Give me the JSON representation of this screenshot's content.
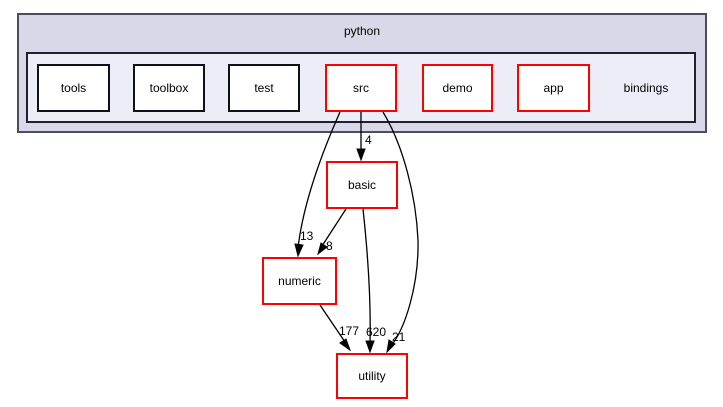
{
  "graph": {
    "outer_cluster": {
      "label": "python"
    },
    "inner_cluster": {
      "label": "bindings",
      "children": [
        {
          "label": "tools",
          "border": "black"
        },
        {
          "label": "toolbox",
          "border": "black"
        },
        {
          "label": "test",
          "border": "black"
        },
        {
          "label": "src",
          "border": "red"
        },
        {
          "label": "demo",
          "border": "red"
        },
        {
          "label": "app",
          "border": "red"
        }
      ]
    },
    "dependency_nodes": [
      {
        "label": "basic",
        "border": "red"
      },
      {
        "label": "numeric",
        "border": "red"
      },
      {
        "label": "utility",
        "border": "red"
      }
    ],
    "edges": [
      {
        "from": "src",
        "to": "basic",
        "label": "4"
      },
      {
        "from": "src",
        "to": "numeric",
        "label": "13"
      },
      {
        "from": "basic",
        "to": "numeric",
        "label": "8"
      },
      {
        "from": "numeric",
        "to": "utility",
        "label": "177"
      },
      {
        "from": "basic",
        "to": "utility",
        "label": "620"
      },
      {
        "from": "src",
        "to": "utility",
        "label": "21"
      }
    ]
  },
  "colors": {
    "page_background": "#ffffff",
    "outer_cluster_fill": "#d8d8e8",
    "outer_cluster_border": "#4c4c5e",
    "inner_cluster_fill": "#ededf8",
    "inner_cluster_border": "#20202e",
    "node_fill": "#ffffff",
    "black_border": "#101018",
    "red_border": "#ff0000",
    "edge_color": "#000000",
    "text_color": "#000000"
  }
}
